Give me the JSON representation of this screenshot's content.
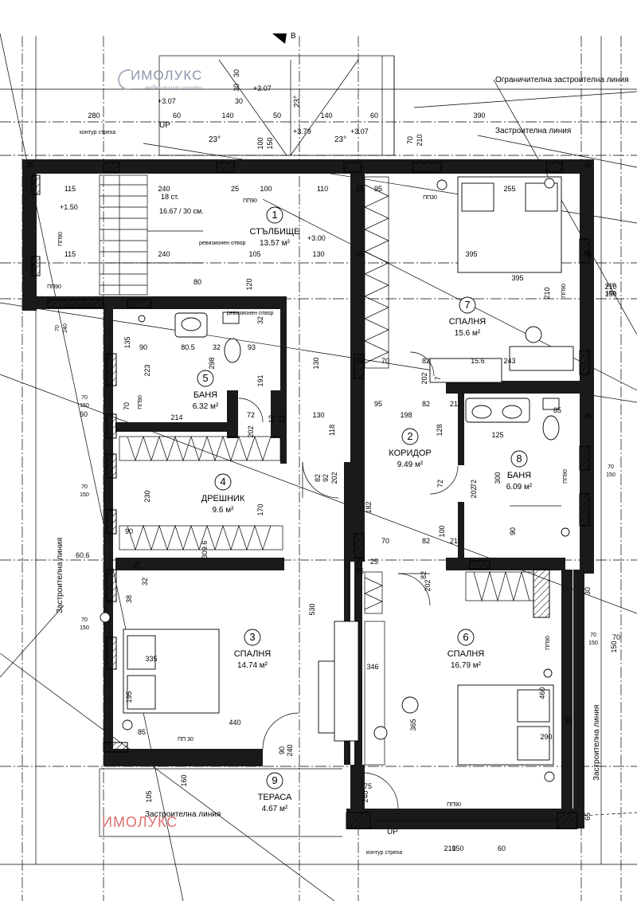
{
  "brand": {
    "name": "ИМОЛУКС",
    "tagline": "недвижими имоти",
    "watermark": "ИМОЛУКС"
  },
  "labels": {
    "limit_line_top": "Ограничителна застроителна линия",
    "build_line_top": "Застроителна линия",
    "build_line_left": "Застроителна линия",
    "build_line_right": "Застроителна линия",
    "build_line_bottom": "Застроителна линия",
    "roof_contour_top": "контур стреха",
    "roof_contour_bottom": "контур стреха",
    "up_top": "UP",
    "up_bottom": "UP",
    "axis_mark": "B",
    "stair_steps": "18 ст.",
    "stair_rise": "16.67 / 30 см.",
    "revision": "ревизионен отвор"
  },
  "rooms": [
    {
      "num": "1",
      "name": "СТЪЛБИЩЕ",
      "area": "13.57 м²"
    },
    {
      "num": "2",
      "name": "КОРИДОР",
      "area": "9.49 м²"
    },
    {
      "num": "3",
      "name": "СПАЛНЯ",
      "area": "14.74 м²"
    },
    {
      "num": "4",
      "name": "ДРЕШНИК",
      "area": "9.6 м²"
    },
    {
      "num": "5",
      "name": "БАНЯ",
      "area": "6.32 м²"
    },
    {
      "num": "6",
      "name": "СПАЛНЯ",
      "area": "16.79 м²"
    },
    {
      "num": "7",
      "name": "СПАЛНЯ",
      "area": "15.6 м²"
    },
    {
      "num": "8",
      "name": "БАНЯ",
      "area": "6.09 м²"
    },
    {
      "num": "9",
      "name": "ТЕРАСА",
      "area": "4.67 м²"
    }
  ],
  "levels": {
    "l1": "+3.07",
    "l2": "+3.79",
    "l3": "+3.07",
    "l4": "+1.50",
    "l5": "+3.00",
    "l6": "+3.07"
  },
  "angles": {
    "a1": "23°",
    "a2": "23°",
    "a3": "23°"
  },
  "dims_top": [
    "280",
    "60",
    "140",
    "50",
    "140",
    "60",
    "390",
    "30",
    "30",
    "100",
    "150",
    "70",
    "210",
    "30"
  ],
  "dims_plan": [
    "35",
    "115",
    "240",
    "25",
    "100",
    "110",
    "25",
    "95",
    "255",
    "35",
    "115",
    "240",
    "105",
    "130",
    "25",
    "395",
    "35",
    "80",
    "120",
    "395",
    "210",
    "210",
    "150",
    "135",
    "90",
    "80.5",
    "32",
    "93",
    "32",
    "25",
    "70",
    "82",
    "243",
    "223",
    "298",
    "191",
    "130",
    "202",
    "7",
    "15.6",
    "214",
    "72",
    "12",
    "12",
    "130",
    "118",
    "95",
    "198",
    "82",
    "21",
    "35",
    "70",
    "60",
    "202",
    "128",
    "125",
    "85",
    "230",
    "170",
    "82",
    "92",
    "202",
    "182",
    "72",
    "300",
    "72",
    "202",
    "90",
    "100",
    "70",
    "82",
    "21",
    "90",
    "309.6",
    "32",
    "25",
    "25",
    "82",
    "202",
    "25",
    "25",
    "38",
    "530",
    "30",
    "70",
    "150",
    "335",
    "346",
    "460",
    "195",
    "85",
    "440",
    "365",
    "290",
    "35",
    "90",
    "240",
    "105",
    "160",
    "75",
    "240",
    "65",
    "60",
    "150",
    "210"
  ],
  "windows": [
    "ПП90",
    "ПП90",
    "ПП90",
    "ПП30",
    "ПП90",
    "ПП90",
    "ПП90",
    "ПП 30",
    "ПП90",
    "ПП90"
  ],
  "side_dims": [
    {
      "a": "70",
      "b": "240"
    },
    {
      "a": "70",
      "b": "150"
    },
    {
      "a": "70",
      "b": "150"
    },
    {
      "a": "70",
      "b": "150"
    },
    {
      "a": "210",
      "b": "150"
    },
    {
      "a": "70",
      "b": "150"
    },
    {
      "a": "70",
      "b": "150"
    }
  ],
  "misc": {
    "mirror_note": "60.6",
    "rev2": "ревизионен отвор"
  }
}
